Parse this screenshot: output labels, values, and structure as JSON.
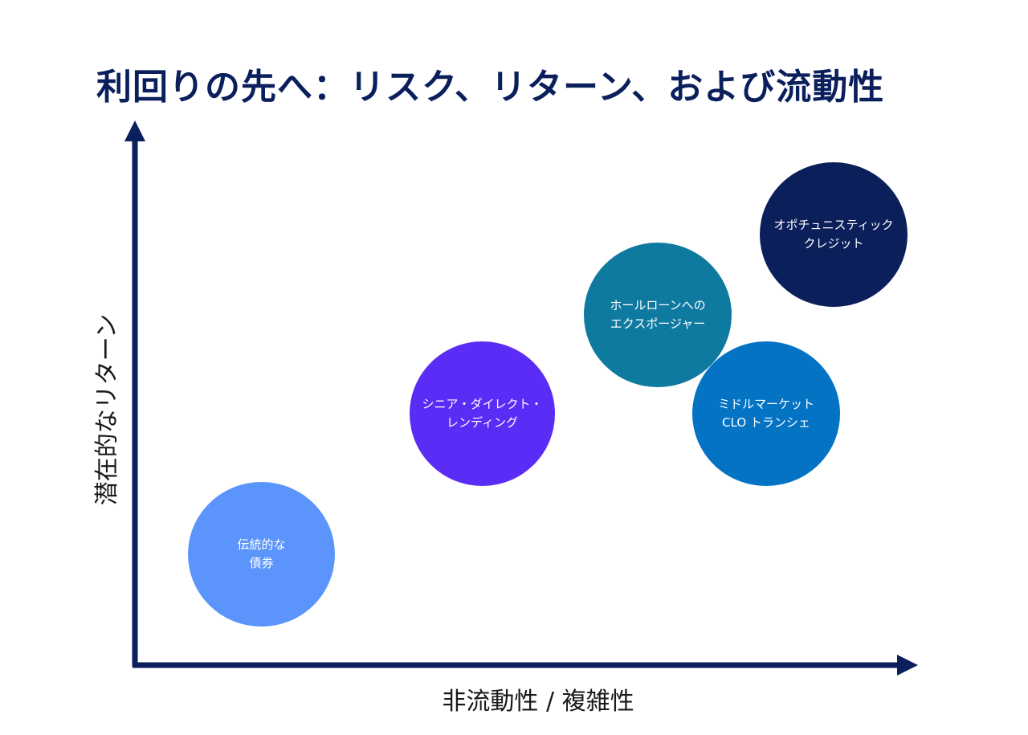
{
  "title": "利回りの先へ：リスク、リターン、および流動性",
  "axes": {
    "y_label": "潜在的なリターン",
    "x_label": "非流動性 / 複雑性",
    "color": "#0a1f5c"
  },
  "bubbles": [
    {
      "id": "traditional",
      "label_lines": [
        "伝統的な",
        "債券"
      ],
      "color": "#5b95fb"
    },
    {
      "id": "senior-direct",
      "label_lines": [
        "シニア・ダイレクト・",
        "レンディング"
      ],
      "color": "#5a2cf5"
    },
    {
      "id": "whole-loan",
      "label_lines": [
        "ホールローンへの",
        "エクスポージャー"
      ],
      "color": "#0f7aa0"
    },
    {
      "id": "midmarket-clo",
      "label_lines": [
        "ミドルマーケット",
        "CLO トランシェ"
      ],
      "color": "#0473c4"
    },
    {
      "id": "opportunistic",
      "label_lines": [
        "オポチュニスティック",
        "クレジット"
      ],
      "color": "#0b1f5a"
    }
  ]
}
